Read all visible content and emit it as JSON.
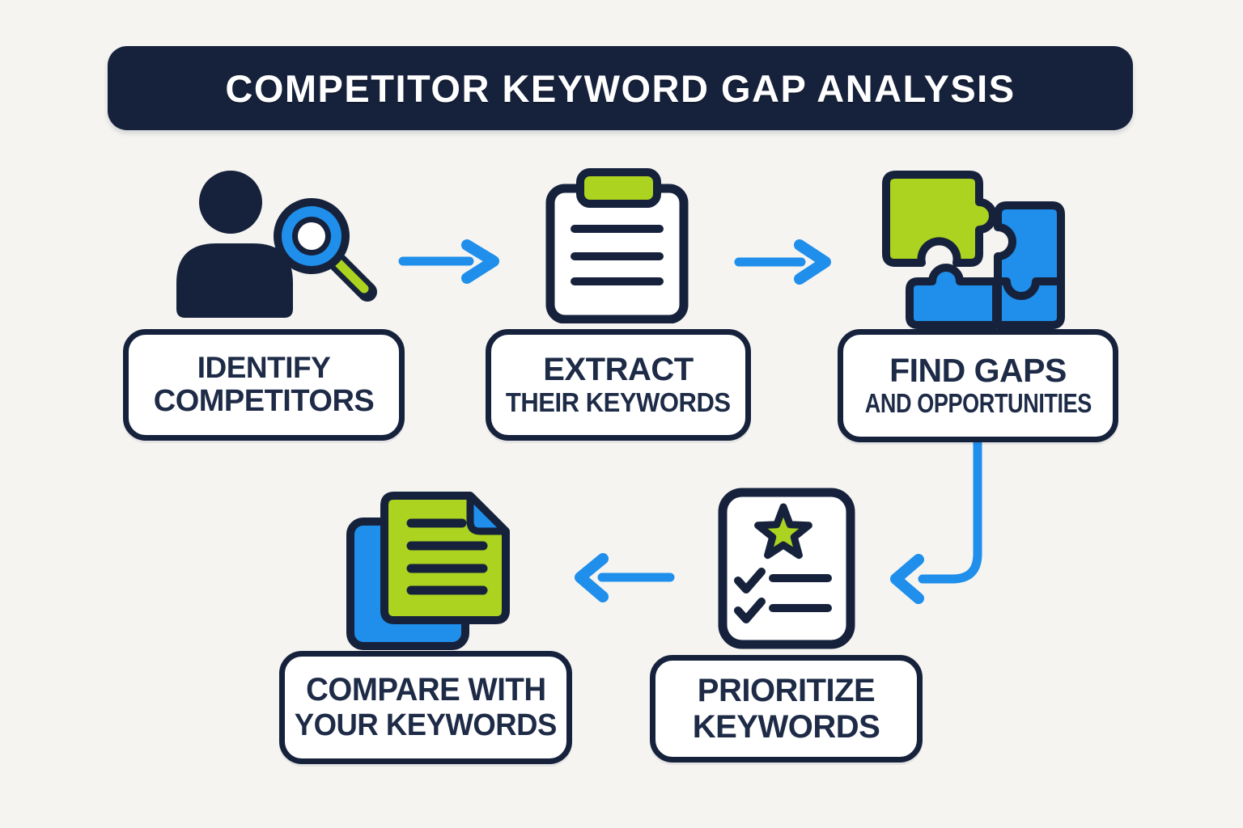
{
  "title": "COMPETITOR KEYWORD GAP ANALYSIS",
  "colors": {
    "navy": "#16223C",
    "text_navy": "#1E2B47",
    "blue": "#1F8FEB",
    "green": "#ABD31F",
    "bg": "#F5F4F1",
    "white": "#FFFFFF"
  },
  "steps": [
    {
      "label_line1": "IDENTIFY",
      "label_line2": "COMPETITORS",
      "icon": "person-search-icon"
    },
    {
      "label_line1": "EXTRACT",
      "label_line2": "THEIR KEYWORDS",
      "icon": "clipboard-icon"
    },
    {
      "label_line1": "FIND GAPS",
      "label_line2": "AND OPPORTUNITIES",
      "icon": "puzzle-pieces-icon"
    },
    {
      "label_line1": "PRIORITIZE",
      "label_line2": "KEYWORDS",
      "icon": "checklist-star-icon"
    },
    {
      "label_line1": "COMPARE WITH",
      "label_line2": "YOUR KEYWORDS",
      "icon": "documents-compare-icon"
    }
  ],
  "flow": {
    "arrows": [
      "step1-to-step2-right",
      "step2-to-step3-right",
      "step3-to-step4-down-left",
      "step4-to-step5-left"
    ]
  }
}
